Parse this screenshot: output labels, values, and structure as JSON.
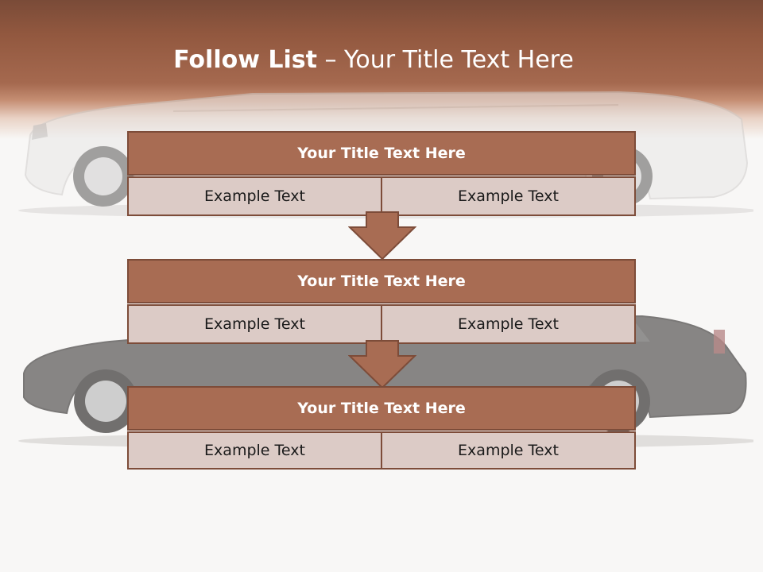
{
  "slide": {
    "title_bold": "Follow List",
    "title_rest": " – Your Title Text Here"
  },
  "blocks": [
    {
      "title": "Your Title Text Here",
      "left": "Example Text",
      "right": "Example Text"
    },
    {
      "title": "Your Title Text Here",
      "left": "Example Text",
      "right": "Example Text"
    },
    {
      "title": "Your Title Text Here",
      "left": "Example Text",
      "right": "Example Text"
    }
  ],
  "colors": {
    "header": "#92583f",
    "block_title": "#a86c53",
    "block_cell": "#dccbc6",
    "border": "#7d4c39",
    "background": "#f8f7f6"
  },
  "icons": [
    "down-arrow-icon",
    "down-arrow-icon"
  ]
}
